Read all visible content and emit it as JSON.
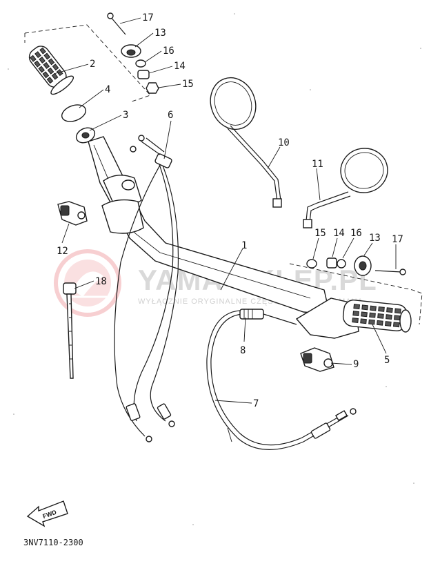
{
  "diagram": {
    "part_code": "3NV7110-2300",
    "fwd_label": "FWD",
    "watermark": {
      "title": "YAMA-SKLEP.PL",
      "subtitle": "WYŁĄCZNIE ORYGINALNE CZĘŚCI DEALERA YAMAHA"
    },
    "callouts": [
      {
        "id": "c1",
        "text": "1"
      },
      {
        "id": "c2",
        "text": "2"
      },
      {
        "id": "c3",
        "text": "3"
      },
      {
        "id": "c4",
        "text": "4"
      },
      {
        "id": "c5",
        "text": "5"
      },
      {
        "id": "c6",
        "text": "6"
      },
      {
        "id": "c7",
        "text": "7"
      },
      {
        "id": "c8",
        "text": "8"
      },
      {
        "id": "c9",
        "text": "9"
      },
      {
        "id": "c10",
        "text": "10"
      },
      {
        "id": "c11",
        "text": "11"
      },
      {
        "id": "c12",
        "text": "12"
      },
      {
        "id": "c13a",
        "text": "13"
      },
      {
        "id": "c14a",
        "text": "14"
      },
      {
        "id": "c15a",
        "text": "15"
      },
      {
        "id": "c16a",
        "text": "16"
      },
      {
        "id": "c17a",
        "text": "17"
      },
      {
        "id": "c13b",
        "text": "13"
      },
      {
        "id": "c14b",
        "text": "14"
      },
      {
        "id": "c15b",
        "text": "15"
      },
      {
        "id": "c16b",
        "text": "16"
      },
      {
        "id": "c17b",
        "text": "17"
      },
      {
        "id": "c18",
        "text": "18"
      }
    ]
  }
}
